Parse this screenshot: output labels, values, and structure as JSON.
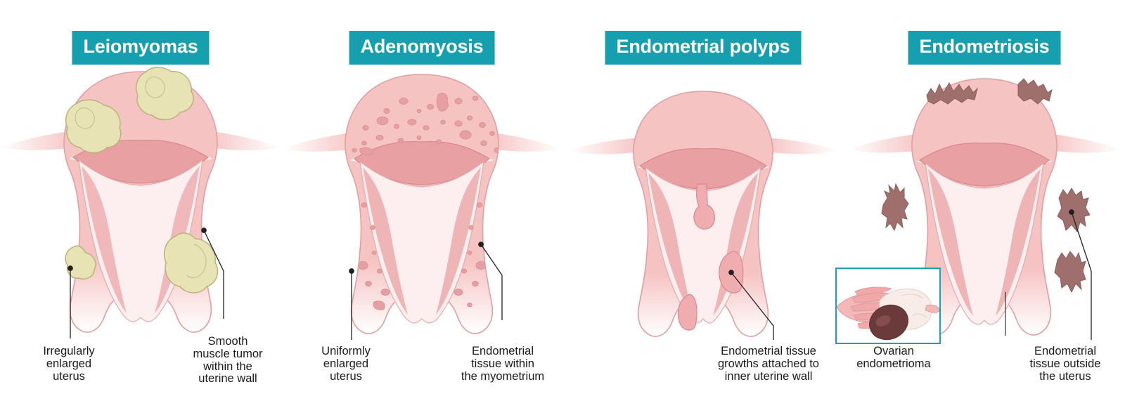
{
  "figure": {
    "title_banner_color": "#169fae",
    "banner_text_color": "#ffffff",
    "background": "#ffffff",
    "caption_color": "#1a1a1a",
    "leader_line_color": "#231f20",
    "palette": {
      "uterus_outer": "#f6c3c3",
      "uterus_outer_stroke": "#e0a0a2",
      "myometrium_band": "#e8a0a3",
      "myometrium_stroke": "#d9888d",
      "endometrium": "#efb4b6",
      "cavity": "#fdeef0",
      "fibroid_fill": "#e8e3b4",
      "fibroid_stroke": "#b9b27a",
      "adenomyosis_spot": "#e6a0a3",
      "polyp_fill": "#efadaf",
      "endometriosis_lesion": "#9e6f6c",
      "endometrioma_cyst": "#6b3a3a",
      "inset_border": "#1f9fb0"
    }
  },
  "panels": [
    {
      "id": "leiomyomas",
      "title": "Leiomyomas",
      "captions": [
        {
          "id": "irregularly-enlarged-uterus",
          "text": "Irregularly\nenlarged\nuterus"
        },
        {
          "id": "smooth-muscle-tumor",
          "text": "Smooth\nmuscle tumor\nwithin the\nuterine wall"
        }
      ]
    },
    {
      "id": "adenomyosis",
      "title": "Adenomyosis",
      "captions": [
        {
          "id": "uniformly-enlarged-uterus",
          "text": "Uniformly\nenlarged\nuterus"
        },
        {
          "id": "endometrial-tissue-myometrium",
          "text": "Endometrial\ntissue within\nthe myometrium"
        }
      ]
    },
    {
      "id": "endometrial-polyps",
      "title": "Endometrial polyps",
      "captions": [
        {
          "id": "endometrial-tissue-growths",
          "text": "Endometrial tissue\ngrowths attached to\ninner uterine wall"
        }
      ]
    },
    {
      "id": "endometriosis",
      "title": "Endometriosis",
      "captions": [
        {
          "id": "ovarian-endometrioma",
          "text": "Ovarian\nendometrioma"
        },
        {
          "id": "endometrial-tissue-outside",
          "text": "Endometrial\ntissue outside\nthe uterus"
        }
      ]
    }
  ]
}
